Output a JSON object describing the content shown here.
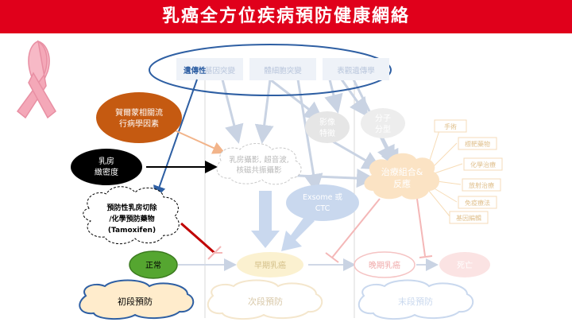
{
  "title": "乳癌全方位疾病預防健康網絡",
  "colors": {
    "title_bg": "#e0001b",
    "orange_node": "#c55a11",
    "green_node": "#55a630",
    "blue_arrow": "#2e5fa3",
    "faded_blue": "#c9d8ee",
    "faded_yellow": "#fbf1d0",
    "faded_gray": "#e6e6e6",
    "faded_orange": "#f3c9a2"
  },
  "top_group": {
    "genetic": "遺傳性",
    "germline": "基因突變",
    "somatic": "體細胞突變",
    "epigenetic": "表觀遺傳學"
  },
  "nodes": {
    "hormone": [
      "賀爾蒙相關流",
      "行病學因素"
    ],
    "density": [
      "乳房",
      "緻密度"
    ],
    "prevention": [
      "預防性乳房切除",
      "/化學預防藥物",
      "(Tamoxifen)"
    ],
    "normal": "正常",
    "imaging": [
      "乳房攝影, 超音波,",
      "核磁共振攝影"
    ],
    "exosome": [
      "Exsome 或",
      "CTC"
    ],
    "image_feature": [
      "影像",
      "特徵"
    ],
    "molecular": [
      "分子",
      "分型"
    ],
    "treatment": [
      "治療組合&",
      "反應"
    ],
    "early": "早期乳癌",
    "late": "晚期乳癌",
    "death": "死亡"
  },
  "therapies": [
    "手術",
    "標靶藥物",
    "化學治療",
    "放射治療",
    "免疫療法",
    "基因編輯"
  ],
  "stages": {
    "primary": "初段預防",
    "secondary": "次段預防",
    "tertiary": "末段預防"
  }
}
